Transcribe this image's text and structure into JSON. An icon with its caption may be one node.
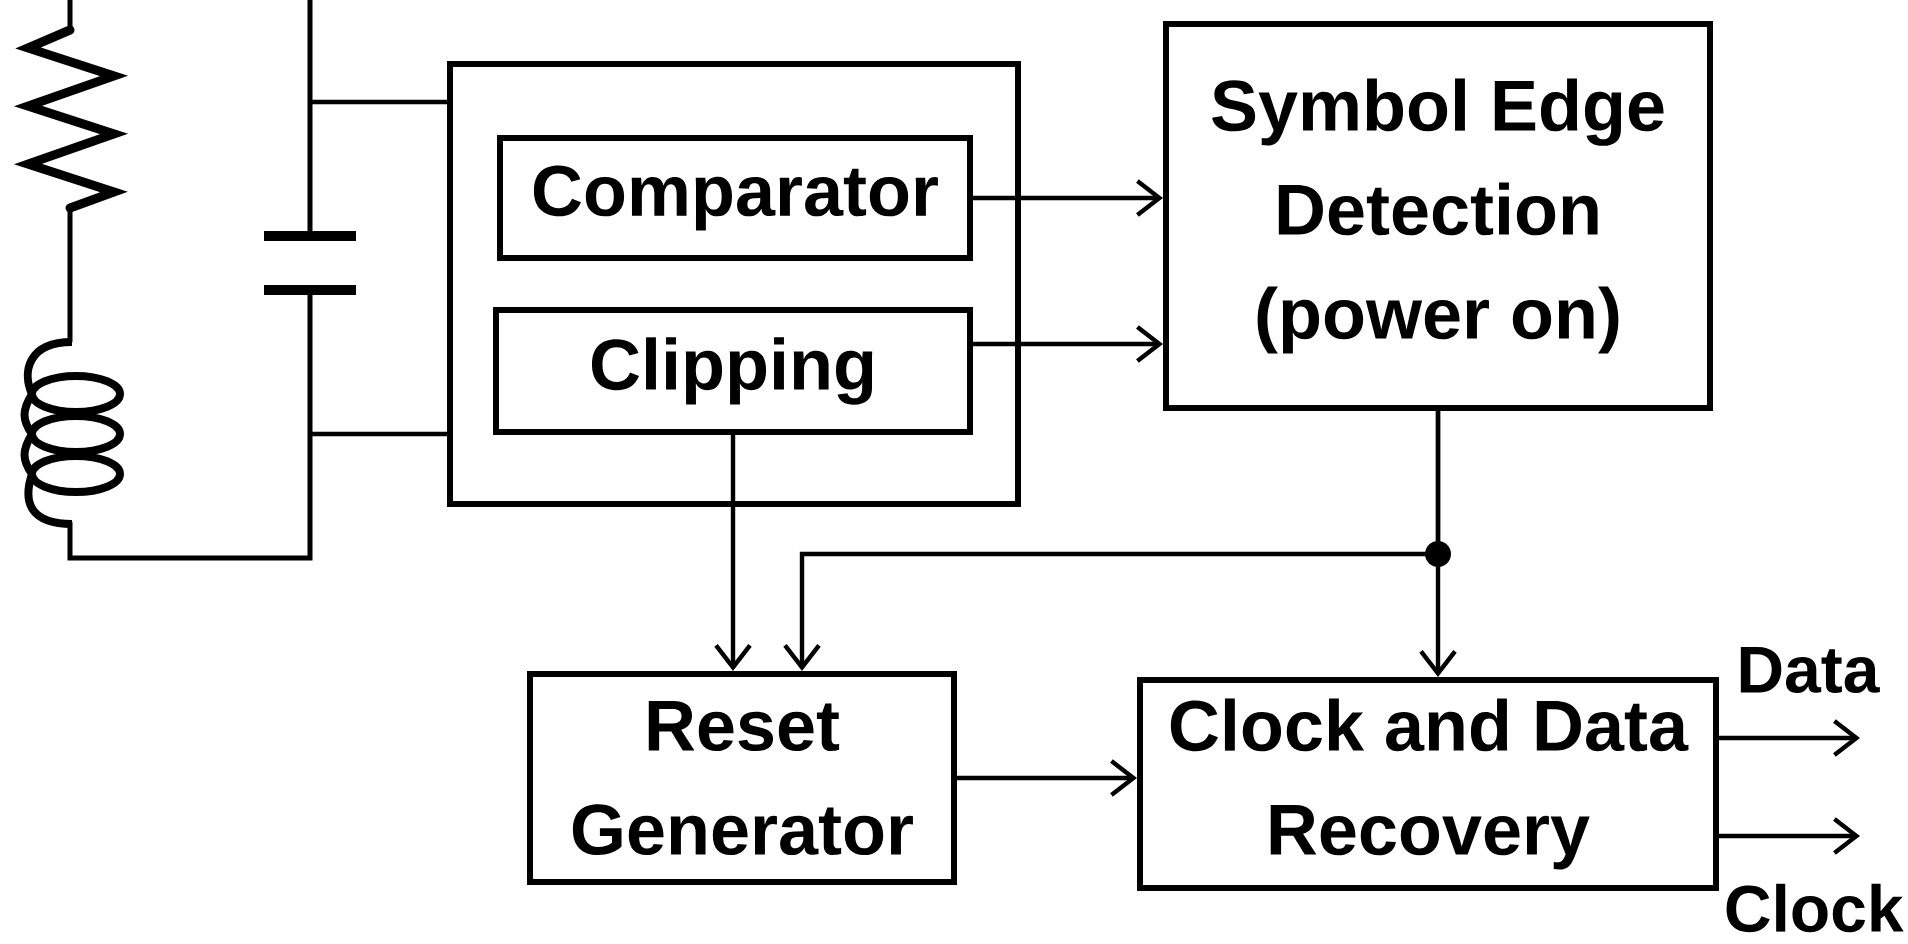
{
  "diagram": {
    "nodes": [
      {
        "text": [],
        "shape": "picture"
      },
      {
        "text": [],
        "shape": "box"
      },
      {
        "text": [
          "Comparator"
        ],
        "in": 1
      },
      {
        "text": [
          "Clipping"
        ],
        "in": 1
      },
      {
        "text": [
          "Symbol Edge Detection (power on)"
        ]
      },
      {
        "text": [
          "Reset Generator"
        ]
      },
      {
        "text": [
          "Clock and Data Recovery"
        ]
      }
    ],
    "edges": [
      {
        "from": 0,
        "to": 1,
        "arrow": "none"
      },
      {
        "from": 0,
        "to": 1,
        "arrow": "none"
      },
      {
        "from": 2,
        "to": 4,
        "arrow": "to"
      },
      {
        "from": 3,
        "to": 4,
        "arrow": "to"
      },
      {
        "from": 3,
        "to": 5,
        "arrow": "to"
      },
      {
        "from": 4,
        "to": 5,
        "arrow": "to"
      },
      {
        "from": 4,
        "to": 6,
        "arrow": "to"
      },
      {
        "from": 5,
        "to": 6,
        "arrow": "to"
      },
      {
        "from": 6,
        "to": null,
        "arrow": "to",
        "label": "Data"
      },
      {
        "from": 6,
        "to": null,
        "arrow": "to",
        "label": "Clock"
      }
    ]
  }
}
